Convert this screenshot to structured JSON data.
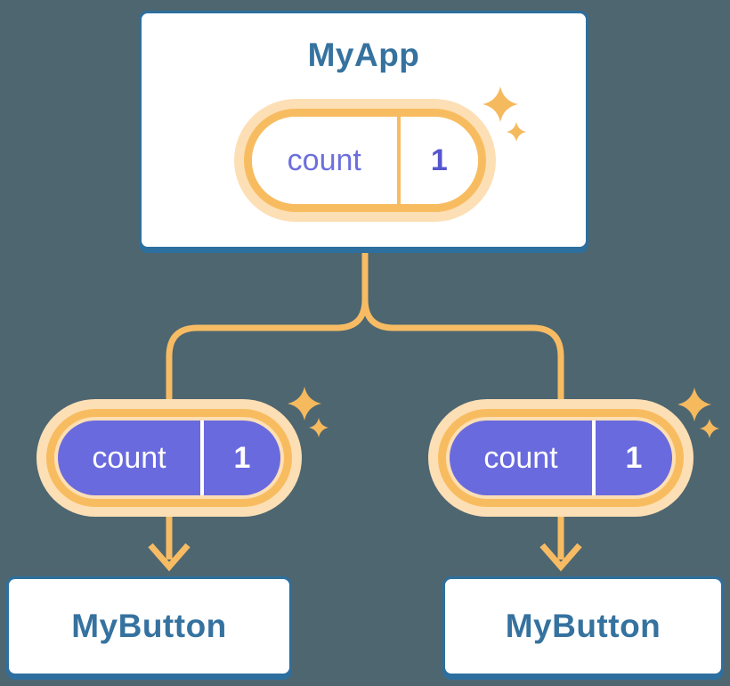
{
  "diagram": {
    "description": "Component tree passing state down as props",
    "root": {
      "label": "MyApp",
      "badge": {
        "name": "count",
        "value": "1"
      }
    },
    "children": [
      {
        "label": "MyButton",
        "badge": {
          "name": "count",
          "value": "1"
        }
      },
      {
        "label": "MyButton",
        "badge": {
          "name": "count",
          "value": "1"
        }
      }
    ]
  },
  "colors": {
    "background": "#4E6670",
    "card_border_blue": "#2D6F9E",
    "card_text_blue": "#35729F",
    "connector_orange": "#F7BC63",
    "pill_ring_orange": "#F8BC60",
    "pill_halo_cream": "#FDDFB5",
    "pill_fill_purple": "#6A6ADF",
    "state_name_purple": "#6C6FDD",
    "state_value_purple": "#5457CE",
    "sparkle_orange": "#F5B95E"
  }
}
